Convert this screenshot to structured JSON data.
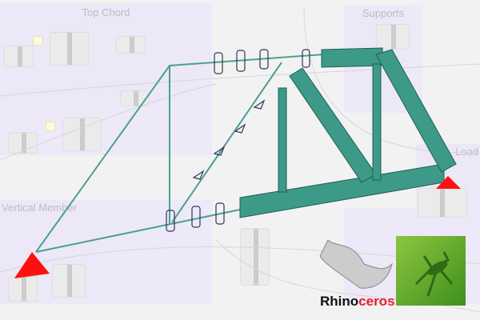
{
  "groups": {
    "top_chord": "Top Chord",
    "supports": "Supports",
    "vertical_member": "Vertical Member",
    "load": "Load"
  },
  "logo": {
    "rhino_a": "Rhino",
    "rhino_b": "ceros"
  },
  "colors": {
    "beam": "#3b9585",
    "support": "#ff1010",
    "group": "#ece8f8"
  }
}
